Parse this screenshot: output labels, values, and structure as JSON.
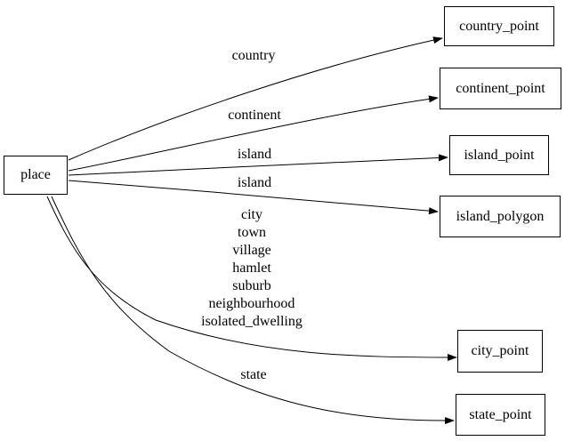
{
  "graph": {
    "background_color": "#ffffff",
    "line_color": "#000000",
    "text_color": "#000000",
    "nodes": [
      {
        "id": "place",
        "label": "place"
      },
      {
        "id": "country_point",
        "label": "country_point"
      },
      {
        "id": "continent_point",
        "label": "continent_point"
      },
      {
        "id": "island_point",
        "label": "island_point"
      },
      {
        "id": "island_polygon",
        "label": "island_polygon"
      },
      {
        "id": "city_point",
        "label": "city_point"
      },
      {
        "id": "state_point",
        "label": "state_point"
      }
    ],
    "edges": [
      {
        "from": "place",
        "to": "country_point",
        "label": "country"
      },
      {
        "from": "place",
        "to": "continent_point",
        "label": "continent"
      },
      {
        "from": "place",
        "to": "island_point",
        "label": "island"
      },
      {
        "from": "place",
        "to": "island_polygon",
        "label": "island"
      },
      {
        "from": "place",
        "to": "city_point",
        "label_lines": [
          "city",
          "town",
          "village",
          "hamlet",
          "suburb",
          "neighbourhood",
          "isolated_dwelling"
        ]
      },
      {
        "from": "place",
        "to": "state_point",
        "label": "state"
      }
    ]
  }
}
